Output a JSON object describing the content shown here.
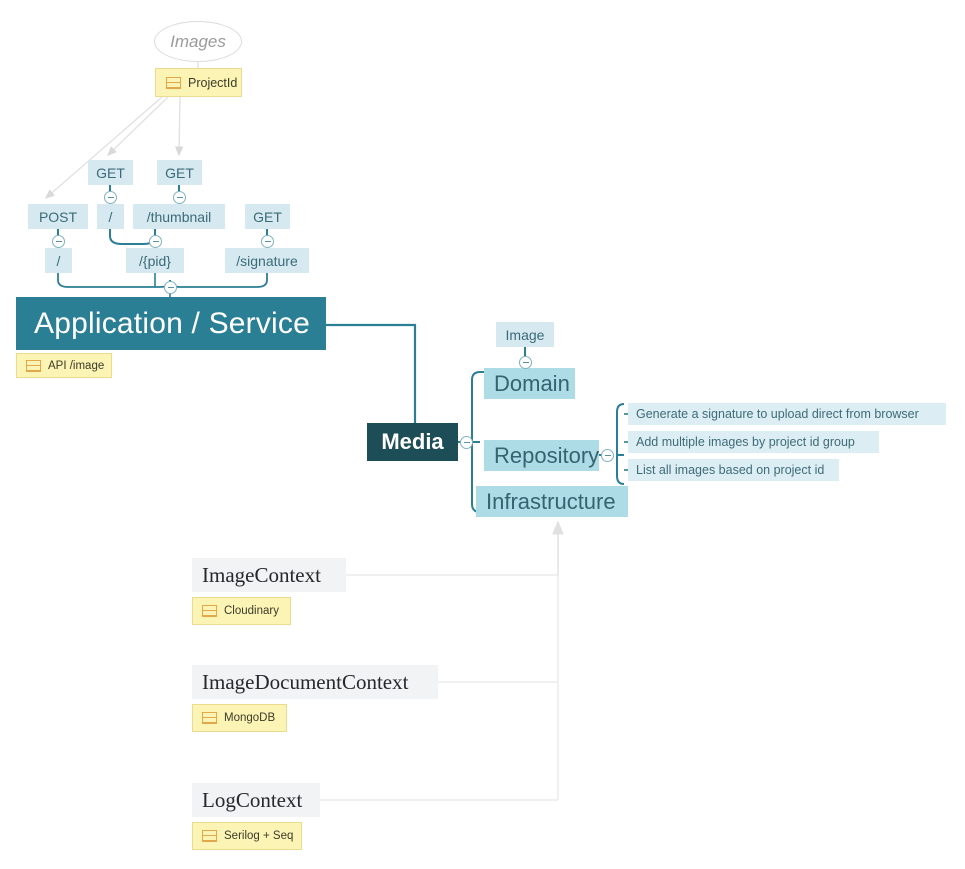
{
  "diagram": {
    "title": "Images",
    "root": {
      "label": "Images",
      "shape": "ellipse"
    },
    "project_node": {
      "label": "ProjectId",
      "icon": "list-icon"
    },
    "api_methods": [
      {
        "label": "GET"
      },
      {
        "label": "GET"
      },
      {
        "label": "POST"
      },
      {
        "label": "GET"
      }
    ],
    "routes_level_1": [
      {
        "label": "/"
      },
      {
        "label": "/thumbnail"
      }
    ],
    "routes_level_2": [
      {
        "label": "/"
      },
      {
        "label": "/{pid}"
      },
      {
        "label": "/signature"
      }
    ],
    "application": {
      "label": "Application / Service",
      "note": {
        "label": "API /image",
        "icon": "table-icon"
      }
    },
    "media": {
      "label": "Media"
    },
    "entity": {
      "label": "Image"
    },
    "layers": [
      {
        "label": "Domain"
      },
      {
        "label": "Repository"
      },
      {
        "label": "Infrastructure"
      }
    ],
    "repository_features": [
      {
        "label": "Generate a signature to upload direct from browser"
      },
      {
        "label": "Add multiple images by project id group"
      },
      {
        "label": "List all images based on project id"
      }
    ],
    "contexts": [
      {
        "name": "ImageContext",
        "note": {
          "label": "Cloudinary",
          "icon": "table-icon"
        }
      },
      {
        "name": "ImageDocumentContext",
        "note": {
          "label": "MongoDB",
          "icon": "table-icon"
        }
      },
      {
        "name": "LogContext",
        "note": {
          "label": "Serilog + Seq",
          "icon": "table-icon"
        }
      }
    ],
    "colors": {
      "application_bar": "#2b7f95",
      "media_box": "#1d4e57",
      "layer_chip": "#addbe6",
      "chip": "#d6e9f0",
      "note": "#fcf4b4",
      "note_border": "#e9dc8e",
      "context_heading": "#f2f3f4",
      "connector_teal": "#2b7f95",
      "connector_grey": "#e2e2e2"
    }
  }
}
